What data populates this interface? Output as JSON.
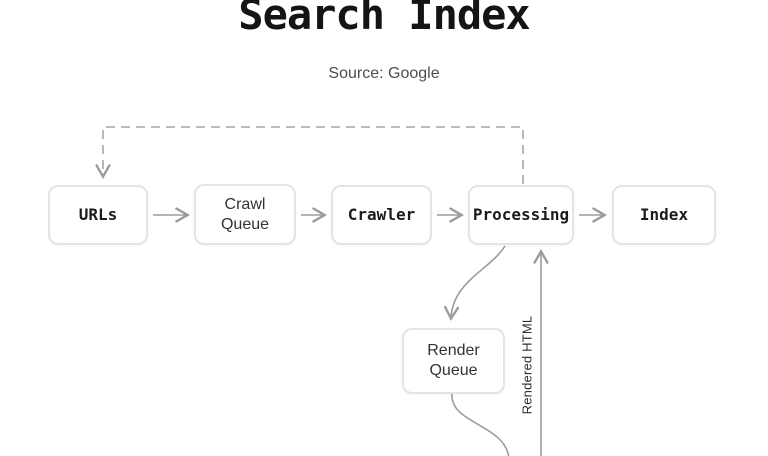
{
  "header": {
    "title": "Search Index",
    "subtitle": "Source: Google"
  },
  "diagram": {
    "nodes": [
      {
        "id": "urls",
        "label": "URLs",
        "emphasis": "bold"
      },
      {
        "id": "crawl-queue",
        "label": "Crawl Queue",
        "emphasis": "regular"
      },
      {
        "id": "crawler",
        "label": "Crawler",
        "emphasis": "bold"
      },
      {
        "id": "processing",
        "label": "Processing",
        "emphasis": "bold"
      },
      {
        "id": "index",
        "label": "Index",
        "emphasis": "bold"
      },
      {
        "id": "render-queue",
        "label": "Render Queue",
        "emphasis": "regular"
      }
    ],
    "edges": [
      {
        "from": "URLs",
        "to": "Crawl Queue",
        "style": "solid-arrow",
        "label": ""
      },
      {
        "from": "Crawl Queue",
        "to": "Crawler",
        "style": "solid-arrow",
        "label": ""
      },
      {
        "from": "Crawler",
        "to": "Processing",
        "style": "solid-arrow",
        "label": ""
      },
      {
        "from": "Processing",
        "to": "Index",
        "style": "solid-arrow",
        "label": ""
      },
      {
        "from": "Processing",
        "to": "URLs",
        "style": "dashed-arrow",
        "label": ""
      },
      {
        "from": "Processing",
        "to": "Render Queue",
        "style": "curved-arrow",
        "label": ""
      },
      {
        "from": "Render Queue",
        "to": "offscreen-bottom",
        "style": "curved-line",
        "label": ""
      },
      {
        "from": "offscreen-bottom",
        "to": "Processing",
        "style": "solid-arrow",
        "label": "Rendered HTML"
      }
    ],
    "colors": {
      "box_border": "#e4e4e4",
      "box_fill": "#ffffff",
      "box_text": "#1c1c1c",
      "connector": "#9c9c9c",
      "dashed_connector": "#a6a6a6",
      "title_text": "#141414",
      "subtitle_text": "#4d4d4d"
    }
  }
}
